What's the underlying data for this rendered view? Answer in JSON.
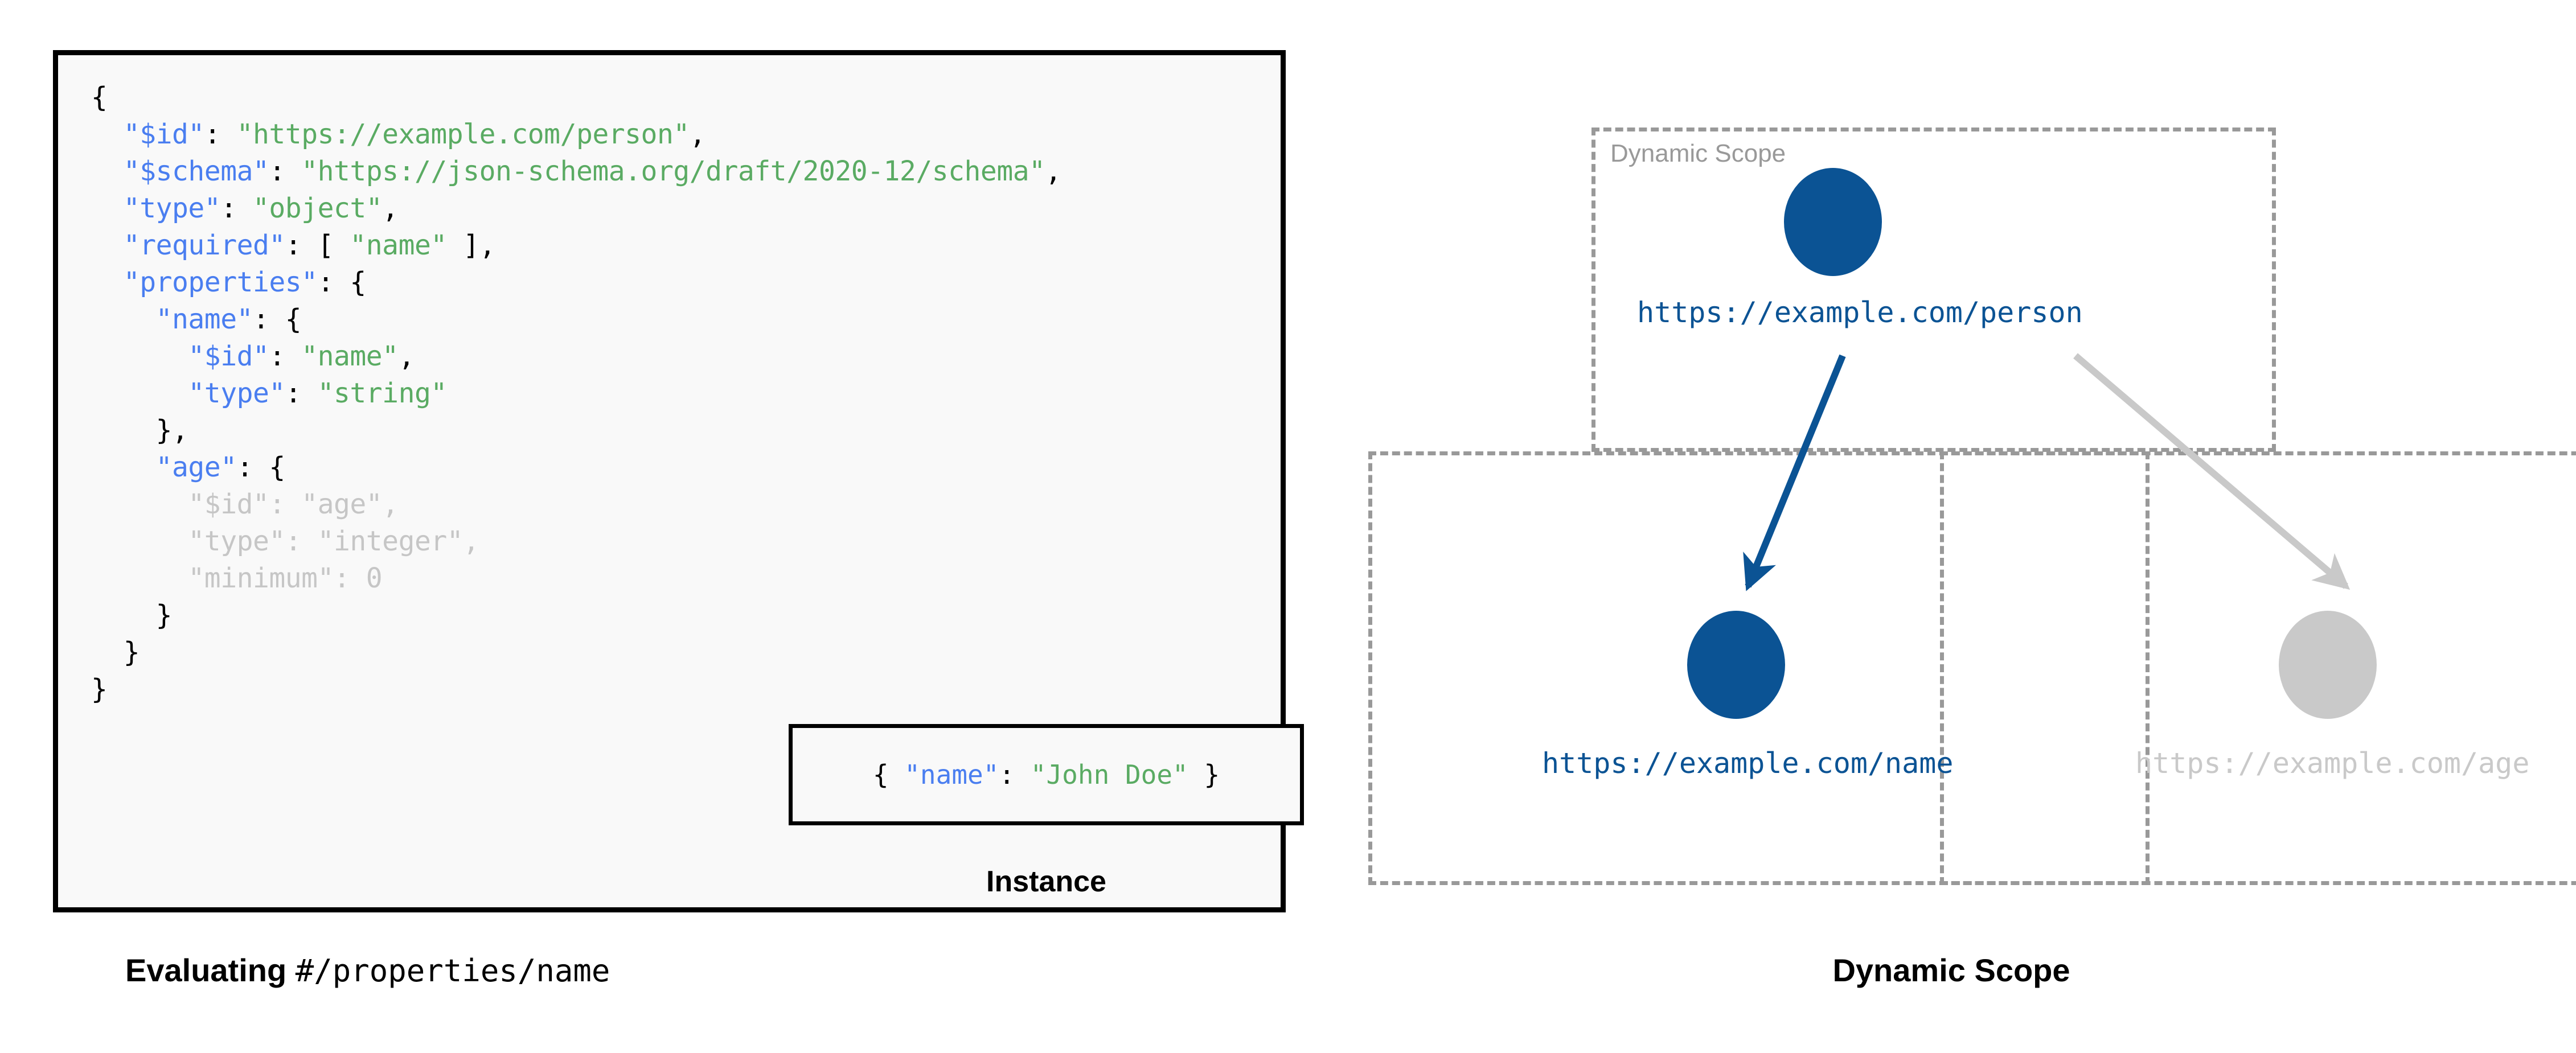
{
  "left": {
    "schema_lines": [
      [
        {
          "t": "{",
          "c": "p"
        }
      ],
      [
        {
          "t": "  ",
          "c": "p"
        },
        {
          "t": "\"$id\"",
          "c": "k"
        },
        {
          "t": ": ",
          "c": "p"
        },
        {
          "t": "\"https://example.com/person\"",
          "c": "s"
        },
        {
          "t": ",",
          "c": "p"
        }
      ],
      [
        {
          "t": "  ",
          "c": "p"
        },
        {
          "t": "\"$schema\"",
          "c": "k"
        },
        {
          "t": ": ",
          "c": "p"
        },
        {
          "t": "\"https://json-schema.org/draft/2020-12/schema\"",
          "c": "s"
        },
        {
          "t": ",",
          "c": "p"
        }
      ],
      [
        {
          "t": "  ",
          "c": "p"
        },
        {
          "t": "\"type\"",
          "c": "k"
        },
        {
          "t": ": ",
          "c": "p"
        },
        {
          "t": "\"object\"",
          "c": "s"
        },
        {
          "t": ",",
          "c": "p"
        }
      ],
      [
        {
          "t": "  ",
          "c": "p"
        },
        {
          "t": "\"required\"",
          "c": "k"
        },
        {
          "t": ": [ ",
          "c": "p"
        },
        {
          "t": "\"name\"",
          "c": "s"
        },
        {
          "t": " ],",
          "c": "p"
        }
      ],
      [
        {
          "t": "  ",
          "c": "p"
        },
        {
          "t": "\"properties\"",
          "c": "k"
        },
        {
          "t": ": {",
          "c": "p"
        }
      ],
      [
        {
          "t": "    ",
          "c": "p"
        },
        {
          "t": "\"name\"",
          "c": "k"
        },
        {
          "t": ": {",
          "c": "p"
        }
      ],
      [
        {
          "t": "      ",
          "c": "p"
        },
        {
          "t": "\"$id\"",
          "c": "k"
        },
        {
          "t": ": ",
          "c": "p"
        },
        {
          "t": "\"name\"",
          "c": "s"
        },
        {
          "t": ",",
          "c": "p"
        }
      ],
      [
        {
          "t": "      ",
          "c": "p"
        },
        {
          "t": "\"type\"",
          "c": "k"
        },
        {
          "t": ": ",
          "c": "p"
        },
        {
          "t": "\"string\"",
          "c": "s"
        }
      ],
      [
        {
          "t": "    },",
          "c": "p"
        }
      ],
      [
        {
          "t": "    ",
          "c": "p"
        },
        {
          "t": "\"age\"",
          "c": "k"
        },
        {
          "t": ": {",
          "c": "p"
        }
      ],
      [
        {
          "t": "      ",
          "c": "p"
        },
        {
          "t": "\"$id\"",
          "c": "dimk"
        },
        {
          "t": ": ",
          "c": "dim"
        },
        {
          "t": "\"age\"",
          "c": "dim"
        },
        {
          "t": ",",
          "c": "dim"
        }
      ],
      [
        {
          "t": "      ",
          "c": "p"
        },
        {
          "t": "\"type\"",
          "c": "dimk"
        },
        {
          "t": ": ",
          "c": "dim"
        },
        {
          "t": "\"integer\"",
          "c": "dim"
        },
        {
          "t": ",",
          "c": "dim"
        }
      ],
      [
        {
          "t": "      ",
          "c": "p"
        },
        {
          "t": "\"minimum\"",
          "c": "dimk"
        },
        {
          "t": ": ",
          "c": "dim"
        },
        {
          "t": "0",
          "c": "dim"
        }
      ],
      [
        {
          "t": "    }",
          "c": "p"
        }
      ],
      [
        {
          "t": "  }",
          "c": "p"
        }
      ],
      [
        {
          "t": "}",
          "c": "p"
        }
      ]
    ],
    "instance": {
      "code_segments": [
        {
          "t": "{ ",
          "c": "p"
        },
        {
          "t": "\"name\"",
          "c": "k"
        },
        {
          "t": ": ",
          "c": "p"
        },
        {
          "t": "\"John Doe\"",
          "c": "s"
        },
        {
          "t": " }",
          "c": "p"
        }
      ],
      "caption": "Instance"
    },
    "caption_bold": "Evaluating ",
    "caption_mono": "#/properties/name"
  },
  "right": {
    "scope_label": "Dynamic Scope",
    "nodes": [
      {
        "id": "person",
        "label": "https://example.com/person",
        "color": "#0b5394",
        "active": true
      },
      {
        "id": "name",
        "label": "https://example.com/name",
        "color": "#0b5394",
        "active": true
      },
      {
        "id": "age",
        "label": "https://example.com/age",
        "color": "#c9c9c9",
        "active": false
      }
    ],
    "edges": [
      {
        "from": "person",
        "to": "name",
        "color": "#0b5394"
      },
      {
        "from": "person",
        "to": "age",
        "color": "#c9c9c9"
      }
    ],
    "caption": "Dynamic Scope"
  },
  "colors": {
    "accent_blue": "#0b5394",
    "muted_gray": "#c9c9c9",
    "dash_gray": "#999999",
    "key_blue": "#4a7ef0",
    "string_green": "#5aab63",
    "code_bg": "#f9f9f9"
  }
}
